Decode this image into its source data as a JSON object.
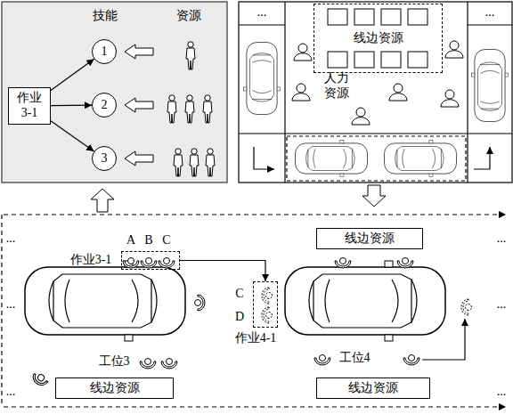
{
  "diagram": {
    "nodes": [
      {
        "text": [
          "作业 3-1"
        ]
      },
      {
        "text": [
          "1"
        ]
      },
      {
        "text": [
          "2"
        ]
      },
      {
        "text": [
          "3"
        ]
      },
      {
        "text": [
          "线边资源"
        ]
      },
      {
        "text": [
          "线边资源"
        ]
      },
      {
        "text": [
          "A",
          "B",
          "C",
          "作业3-1"
        ]
      },
      {
        "text": [
          "C",
          "D",
          "作业4-1"
        ]
      },
      {
        "text": [
          "线边资源"
        ]
      },
      {
        "text": [
          "线边资源"
        ]
      }
    ],
    "edges": [
      {
        "from": 0,
        "to": 1,
        "arrow": "to"
      },
      {
        "from": 0,
        "to": 2,
        "arrow": "to"
      },
      {
        "from": 0,
        "to": 3,
        "arrow": "to"
      },
      {
        "from": 6,
        "to": 7,
        "arrow": "to"
      }
    ],
    "labels": [
      "技能",
      "资源",
      "...",
      "...",
      "人力 资源",
      "...",
      "...",
      "...",
      "...",
      "工位3",
      "工位4",
      "...",
      "..."
    ]
  }
}
